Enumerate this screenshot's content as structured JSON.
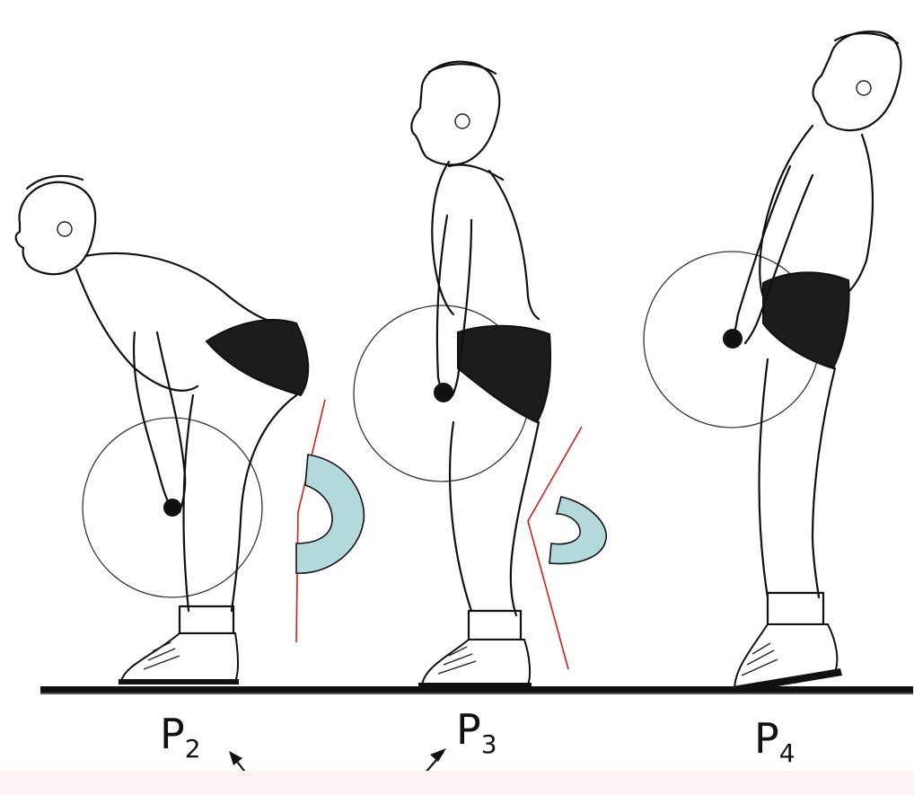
{
  "phases": [
    {
      "letter": "P",
      "sub": "2"
    },
    {
      "letter": "P",
      "sub": "3"
    },
    {
      "letter": "P",
      "sub": "4"
    }
  ],
  "colors": {
    "ink": "#111111",
    "guide_line": "#e01818",
    "angle_fill": "#b4d9dc",
    "background": "#ffffff"
  }
}
